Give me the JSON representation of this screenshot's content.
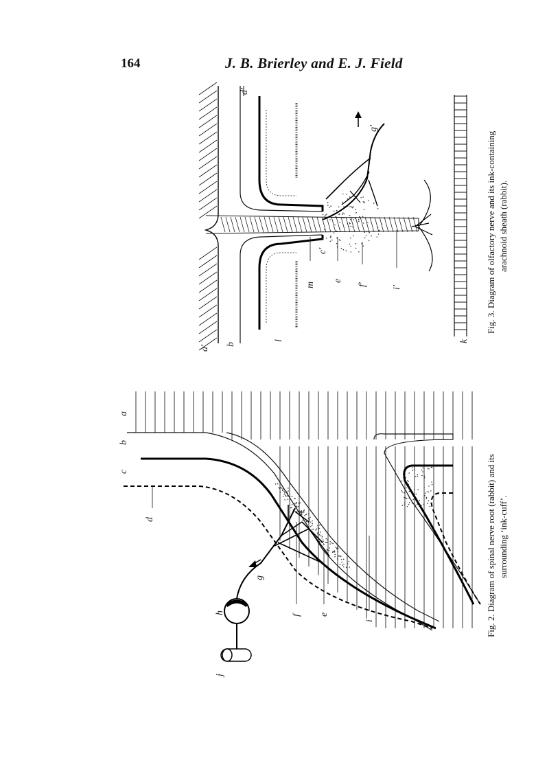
{
  "header": {
    "page_number": "164",
    "authors": "J. B. Brierley and E. J. Field"
  },
  "figure2": {
    "caption_line1": "Fig. 2.  Diagram of spinal nerve root (rabbit) and its",
    "caption_line2": "surrounding ‘ink-cuff’.",
    "labels": {
      "a": "a",
      "b": "b",
      "c": "c",
      "d": "d",
      "e": "e",
      "f": "f",
      "g": "g",
      "h": "h",
      "i": "i",
      "j": "j"
    }
  },
  "figure3": {
    "caption_line1": "Fig. 3.  Diagram of olfactory nerve and its ink-containing",
    "caption_line2": "arachnoid sheath (rabbit).",
    "labels": {
      "a1": "a′",
      "b": "b",
      "c1": "c′",
      "d1": "d′",
      "e": "e",
      "f1": "f′",
      "g1": "g′",
      "i1": "i′",
      "k": "k",
      "l": "l",
      "m": "m"
    }
  }
}
